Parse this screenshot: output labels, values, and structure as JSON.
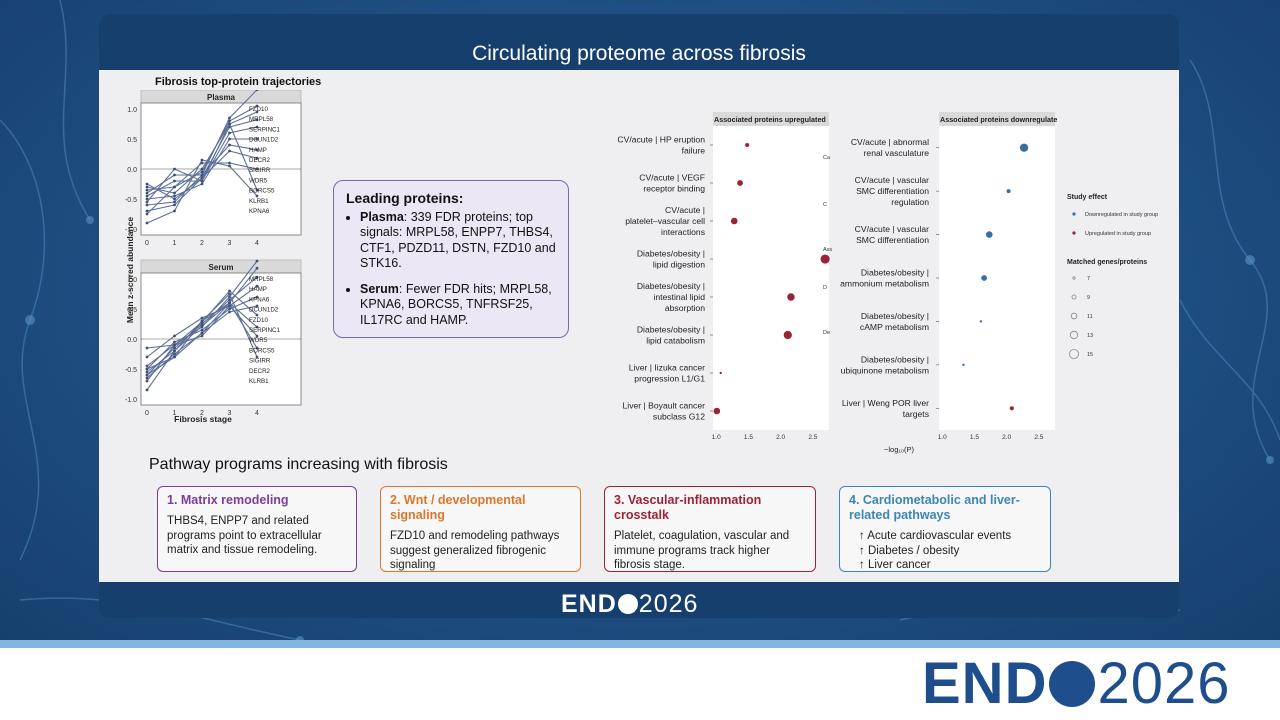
{
  "slide": {
    "title": "Circulating proteome across fibrosis",
    "frame_logo": {
      "bold": "END",
      "thin": "2026"
    },
    "bottom_logo": {
      "bold": "END",
      "thin": "2026"
    }
  },
  "trajectories": {
    "title": "Fibrosis top-protein trajectories",
    "y_axis_label": "Mean z-scored abundance",
    "x_axis_label": "Fibrosis stage",
    "x_ticks": [
      "0",
      "1",
      "2",
      "3",
      "4"
    ],
    "plasma": {
      "strip": "Plasma",
      "y_ticks": [
        "1.0",
        "0.5",
        "0.0",
        "-0.5",
        "-1.0"
      ],
      "proteins": [
        "FZD10",
        "MRPL58",
        "SERPINC1",
        "DCUN1D2",
        "HAMP",
        "DECR2",
        "SIGIRR",
        "WDR5",
        "BORCS5",
        "KLRB1",
        "KPNA6"
      ]
    },
    "serum": {
      "strip": "Serum",
      "y_ticks": [
        "1.0",
        "0.5",
        "0.0",
        "-0.5",
        "-1.0"
      ],
      "proteins": [
        "MRPL58",
        "HAMP",
        "KPNA6",
        "DCUN1D2",
        "FZD10",
        "SERPINC1",
        "WDR5",
        "BORCS5",
        "SIGIRR",
        "DECR2",
        "KLRB1"
      ]
    }
  },
  "leading": {
    "heading": "Leading proteins:",
    "plasma_label": "Plasma",
    "plasma_text": ": 339 FDR proteins; top signals: MRPL58, ENPP7, THBS4, CTF1, PDZD11, DSTN, FZD10 and STK16.",
    "serum_label": "Serum",
    "serum_text": ": Fewer FDR hits; MRPL58, KPNA6, BORCS5, TNFRSF25, IL17RC and HAMP."
  },
  "chart_data": [
    {
      "type": "scatter",
      "title": "Associated proteins upregulated",
      "x_ticks": [
        "1.0",
        "1.5",
        "2.0",
        "2.5"
      ],
      "xlim": [
        0.95,
        2.75
      ],
      "categories": [
        "CV/acute | HP eruption failure",
        "CV/acute | VEGF receptor binding",
        "CV/acute | platelet–vascular cell interactions",
        "Diabetes/obesity | lipid digestion",
        "Diabetes/obesity | intestinal lipid absorption",
        "Diabetes/obesity | lipid catabolism",
        "Liver | Iizuka cancer progression L1/G1",
        "Liver | Boyault cancer subclass G12"
      ],
      "x": [
        1.48,
        1.37,
        1.28,
        2.69,
        2.16,
        2.11,
        1.07,
        1.01
      ],
      "size": [
        9,
        11,
        12,
        15,
        13,
        14,
        7,
        12
      ],
      "color": "#9b2335",
      "edge_labels": [
        "Ca",
        "C",
        "Ass",
        "D",
        "De"
      ]
    },
    {
      "type": "scatter",
      "title": "Associated proteins downregulate",
      "x_ticks": [
        "1.0",
        "1.5",
        "2.0",
        "2.5"
      ],
      "xlim": [
        0.95,
        2.75
      ],
      "xlabel": "−log₁₀(P)",
      "categories": [
        "CV/acute | abnormal renal vasculature",
        "CV/acute | vascular SMC differentiation regulation",
        "CV/acute | vascular SMC differentiation",
        "Diabetes/obesity | ammonium metabolism",
        "Diabetes/obesity | cAMP metabolism",
        "Diabetes/obesity | ubiquinone metabolism",
        "Liver | Weng POR liver targets"
      ],
      "x": [
        2.27,
        2.03,
        1.73,
        1.65,
        1.6,
        1.33,
        2.08
      ],
      "size": [
        14,
        9,
        12,
        11,
        7,
        7,
        9
      ],
      "color": [
        "#3b6e9e",
        "#3b6e9e",
        "#3b6e9e",
        "#3b6e9e",
        "#3b6e9e",
        "#3b6e9e",
        "#9b2335"
      ],
      "legend": {
        "effect_title": "Study effect",
        "effect_items": [
          {
            "label": "Downregulated in study group",
            "color": "#3b6e9e"
          },
          {
            "label": "Upregulated in study group",
            "color": "#9b2335"
          }
        ],
        "size_title": "Matched genes/proteins",
        "size_items": [
          "7",
          "9",
          "11",
          "13",
          "15"
        ]
      }
    }
  ],
  "pathways": {
    "title": "Pathway programs increasing with fibrosis",
    "cards": [
      {
        "heading": "1. Matrix remodeling",
        "body": "THBS4, ENPP7 and related programs point to extracellular matrix and tissue remodeling.",
        "color": "#7b3f98"
      },
      {
        "heading": "2. Wnt / developmental signaling",
        "body": "FZD10 and remodeling pathways suggest generalized fibrogenic signaling",
        "color": "#d9772b"
      },
      {
        "heading": "3. Vascular-inflammation crosstalk",
        "body": "Platelet, coagulation, vascular and immune programs track higher fibrosis stage.",
        "color": "#9b2335"
      },
      {
        "heading": "4. Cardiometabolic and liver-related pathways",
        "items": [
          "↑ Acute cardiovascular events",
          "↑ Diabetes / obesity",
          "↑ Liver cancer"
        ],
        "color": "#3b86b7"
      }
    ]
  }
}
